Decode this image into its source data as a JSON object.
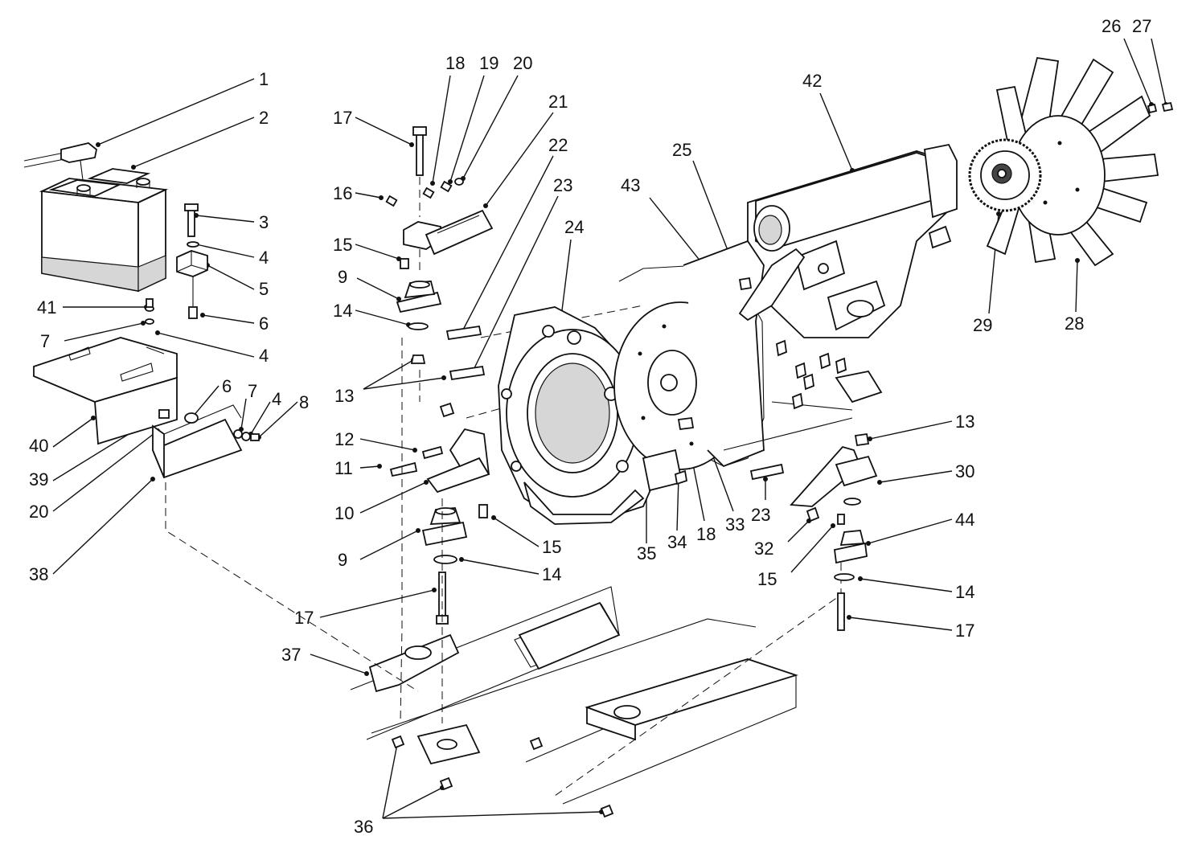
{
  "diagram": {
    "callouts": [
      {
        "id": "c1",
        "text": "1"
      },
      {
        "id": "c2",
        "text": "2"
      },
      {
        "id": "c3",
        "text": "3"
      },
      {
        "id": "c4a",
        "text": "4"
      },
      {
        "id": "c5",
        "text": "5"
      },
      {
        "id": "c41",
        "text": "41"
      },
      {
        "id": "c6a",
        "text": "6"
      },
      {
        "id": "c7a",
        "text": "7"
      },
      {
        "id": "c4b",
        "text": "4"
      },
      {
        "id": "c40",
        "text": "40"
      },
      {
        "id": "c6b",
        "text": "6"
      },
      {
        "id": "c7b",
        "text": "7"
      },
      {
        "id": "c4c",
        "text": "4"
      },
      {
        "id": "c8",
        "text": "8"
      },
      {
        "id": "c39",
        "text": "39"
      },
      {
        "id": "c20a",
        "text": "20"
      },
      {
        "id": "c38",
        "text": "38"
      },
      {
        "id": "c17a",
        "text": "17"
      },
      {
        "id": "c18a",
        "text": "18"
      },
      {
        "id": "c19",
        "text": "19"
      },
      {
        "id": "c20b",
        "text": "20"
      },
      {
        "id": "c21",
        "text": "21"
      },
      {
        "id": "c22",
        "text": "22"
      },
      {
        "id": "c23a",
        "text": "23"
      },
      {
        "id": "c16",
        "text": "16"
      },
      {
        "id": "c15a",
        "text": "15"
      },
      {
        "id": "c9a",
        "text": "9"
      },
      {
        "id": "c14a",
        "text": "14"
      },
      {
        "id": "c13a",
        "text": "13"
      },
      {
        "id": "c12",
        "text": "12"
      },
      {
        "id": "c11",
        "text": "11"
      },
      {
        "id": "c10",
        "text": "10"
      },
      {
        "id": "c9b",
        "text": "9"
      },
      {
        "id": "c15b",
        "text": "15"
      },
      {
        "id": "c14b",
        "text": "14"
      },
      {
        "id": "c17b",
        "text": "17"
      },
      {
        "id": "c37",
        "text": "37"
      },
      {
        "id": "c36",
        "text": "36"
      },
      {
        "id": "c24",
        "text": "24"
      },
      {
        "id": "c35",
        "text": "35"
      },
      {
        "id": "c34",
        "text": "34"
      },
      {
        "id": "c18b",
        "text": "18"
      },
      {
        "id": "c33",
        "text": "33"
      },
      {
        "id": "c23b",
        "text": "23"
      },
      {
        "id": "c43",
        "text": "43"
      },
      {
        "id": "c25",
        "text": "25"
      },
      {
        "id": "c42",
        "text": "42"
      },
      {
        "id": "c26",
        "text": "26"
      },
      {
        "id": "c27",
        "text": "27"
      },
      {
        "id": "c29",
        "text": "29"
      },
      {
        "id": "c28",
        "text": "28"
      },
      {
        "id": "c13b",
        "text": "13"
      },
      {
        "id": "c30",
        "text": "30"
      },
      {
        "id": "c32",
        "text": "32"
      },
      {
        "id": "c15c",
        "text": "15"
      },
      {
        "id": "c44",
        "text": "44"
      },
      {
        "id": "c14c",
        "text": "14"
      },
      {
        "id": "c17c",
        "text": "17"
      }
    ]
  }
}
